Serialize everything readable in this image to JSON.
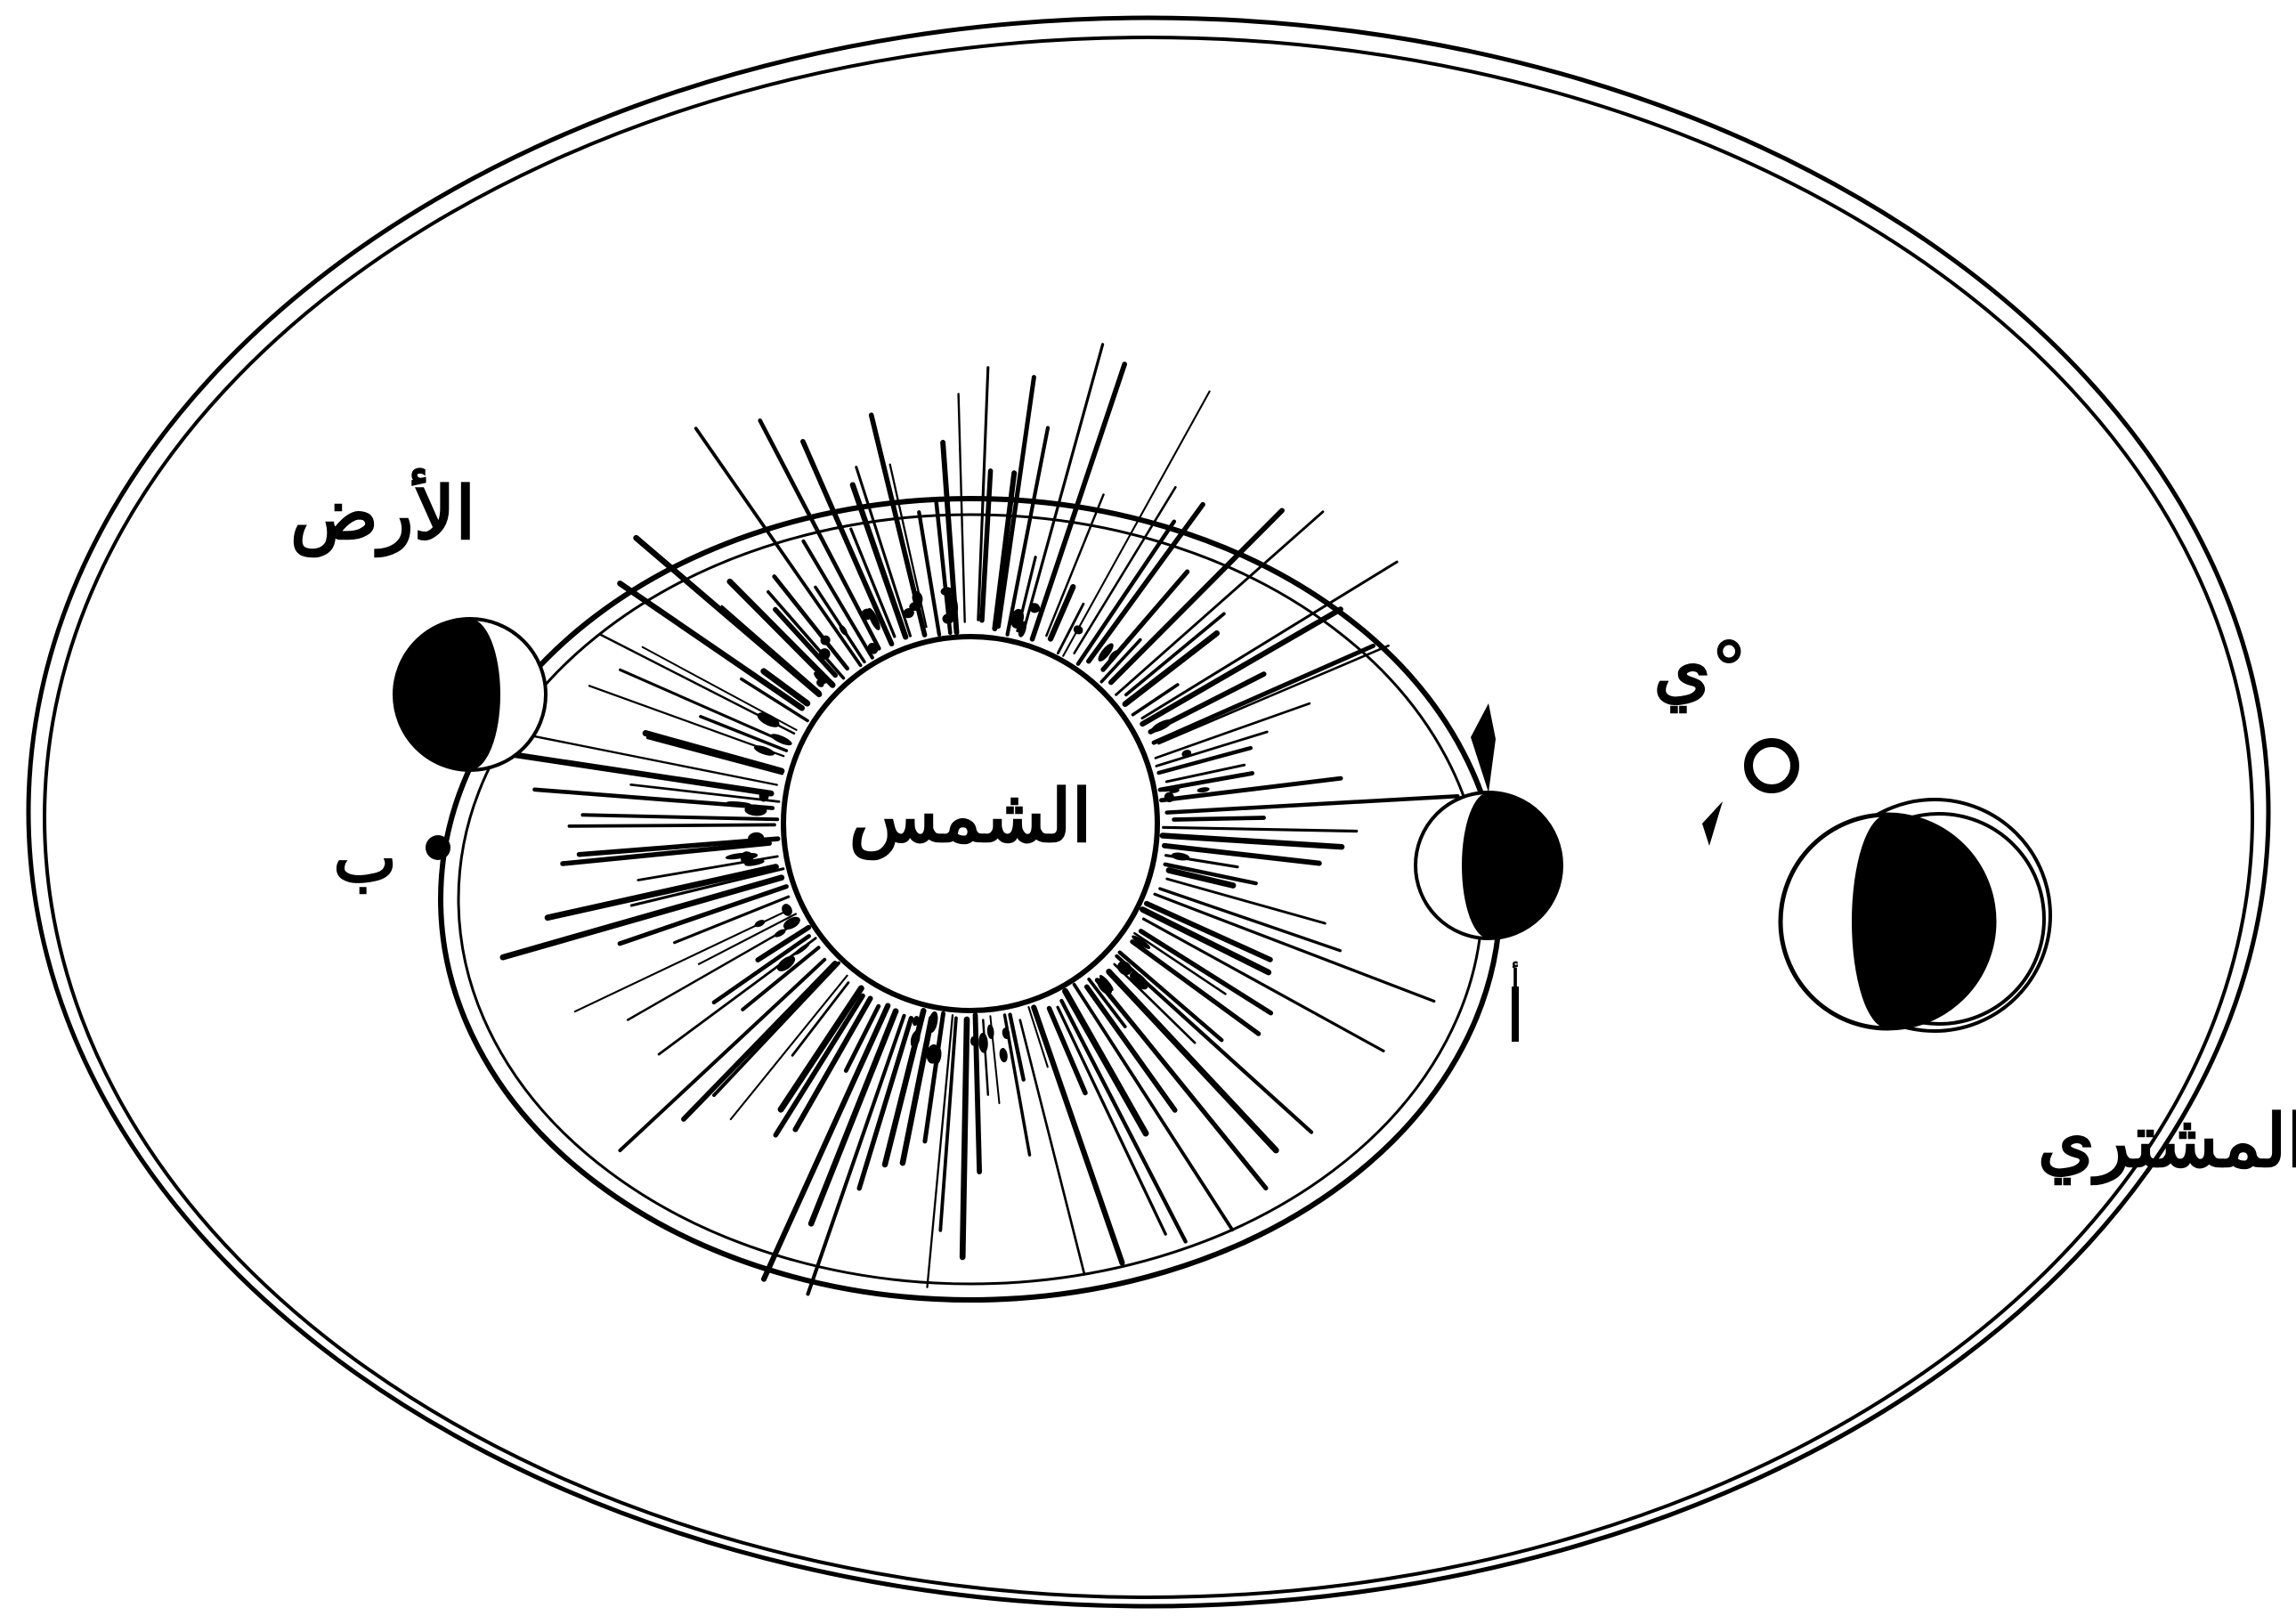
{
  "labels": {
    "sun": "الشمس",
    "earth": "الأرض",
    "jupiter": "المشتري",
    "point_b": "ب",
    "point_a": "أ",
    "point_y": "ي°"
  },
  "colors": {
    "ink": "#000000",
    "paper": "#ffffff"
  }
}
